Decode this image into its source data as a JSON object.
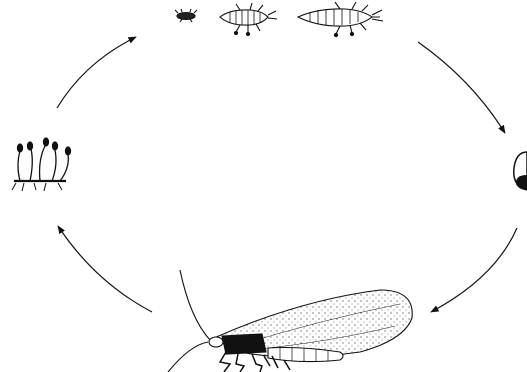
{
  "diagram": {
    "type": "life-cycle",
    "labels_printed": false,
    "stages": [
      {
        "name": "eggs-on-stalks",
        "icon": "stalked-eggs-icon"
      },
      {
        "name": "larvae",
        "icon": "larva-icon",
        "count_shown": 3
      },
      {
        "name": "cocoon",
        "icon": "cocoon-icon"
      },
      {
        "name": "adult",
        "icon": "adult-lacewing-icon"
      }
    ],
    "cycle_direction": "clockwise",
    "arrow_count": 4,
    "ink_color": "#111111",
    "background_color": "#ffffff"
  }
}
